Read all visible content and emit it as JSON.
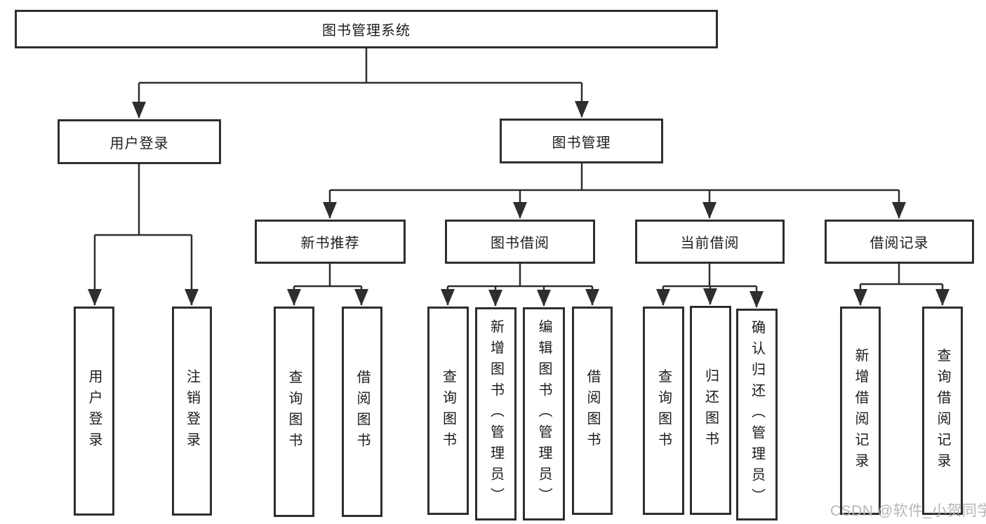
{
  "diagram": {
    "root": {
      "label": "图书管理系统"
    },
    "branches": [
      {
        "label": "用户登录",
        "children": [
          {
            "label": "用户登录"
          },
          {
            "label": "注销登录"
          }
        ]
      },
      {
        "label": "图书管理",
        "groups": [
          {
            "label": "新书推荐",
            "children": [
              {
                "label": "查询图书"
              },
              {
                "label": "借阅图书"
              }
            ]
          },
          {
            "label": "图书借阅",
            "children": [
              {
                "label": "查询图书"
              },
              {
                "label": "新增图书（管理员）"
              },
              {
                "label": "编辑图书（管理员）"
              },
              {
                "label": "借阅图书"
              }
            ]
          },
          {
            "label": "当前借阅",
            "children": [
              {
                "label": "查询图书"
              },
              {
                "label": "归还图书"
              },
              {
                "label": "确认归还（管理员）"
              }
            ]
          },
          {
            "label": "借阅记录",
            "children": [
              {
                "label": "新增借阅记录"
              },
              {
                "label": "查询借阅记录"
              }
            ]
          }
        ]
      }
    ]
  },
  "watermark": {
    "text": "CSDN @软件_小贺同学"
  },
  "colors": {
    "line": "#2e2e2e",
    "text": "#1c1c1c",
    "watermark": "#b6b6ba"
  }
}
